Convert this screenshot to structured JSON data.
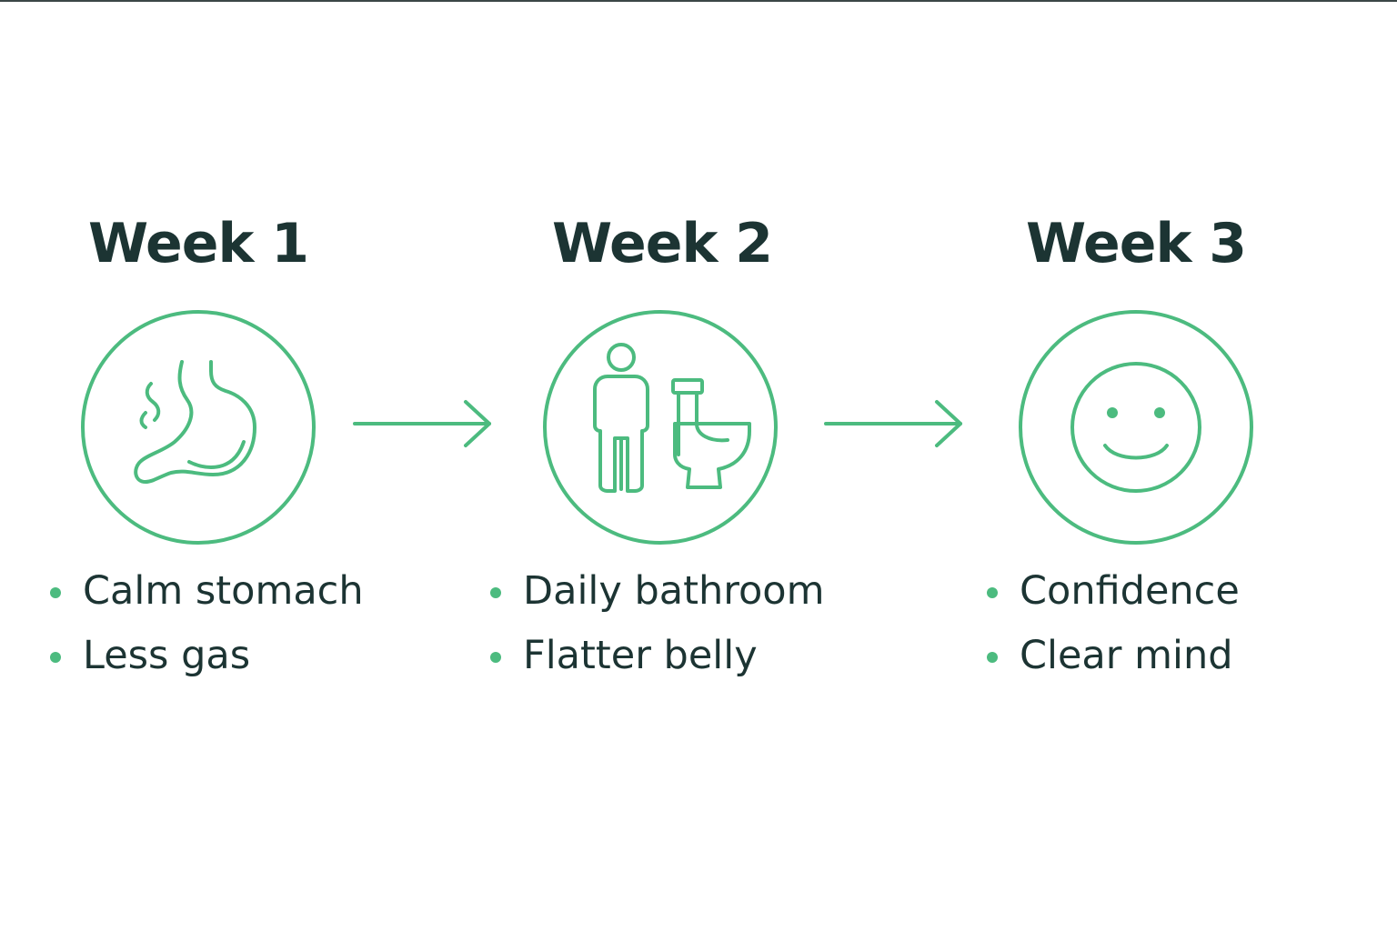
{
  "colors": {
    "accent": "#4cbb7f",
    "text": "#1c3433",
    "background": "#ffffff"
  },
  "steps": [
    {
      "title": "Week 1",
      "icon": "stomach-icon",
      "bullets": [
        "Calm stomach",
        "Less gas"
      ]
    },
    {
      "title": "Week 2",
      "icon": "person-toilet-icon",
      "bullets": [
        "Daily bathroom",
        "Flatter belly"
      ]
    },
    {
      "title": "Week 3",
      "icon": "smiley-face-icon",
      "bullets": [
        "Confidence",
        "Clear mind"
      ]
    }
  ]
}
